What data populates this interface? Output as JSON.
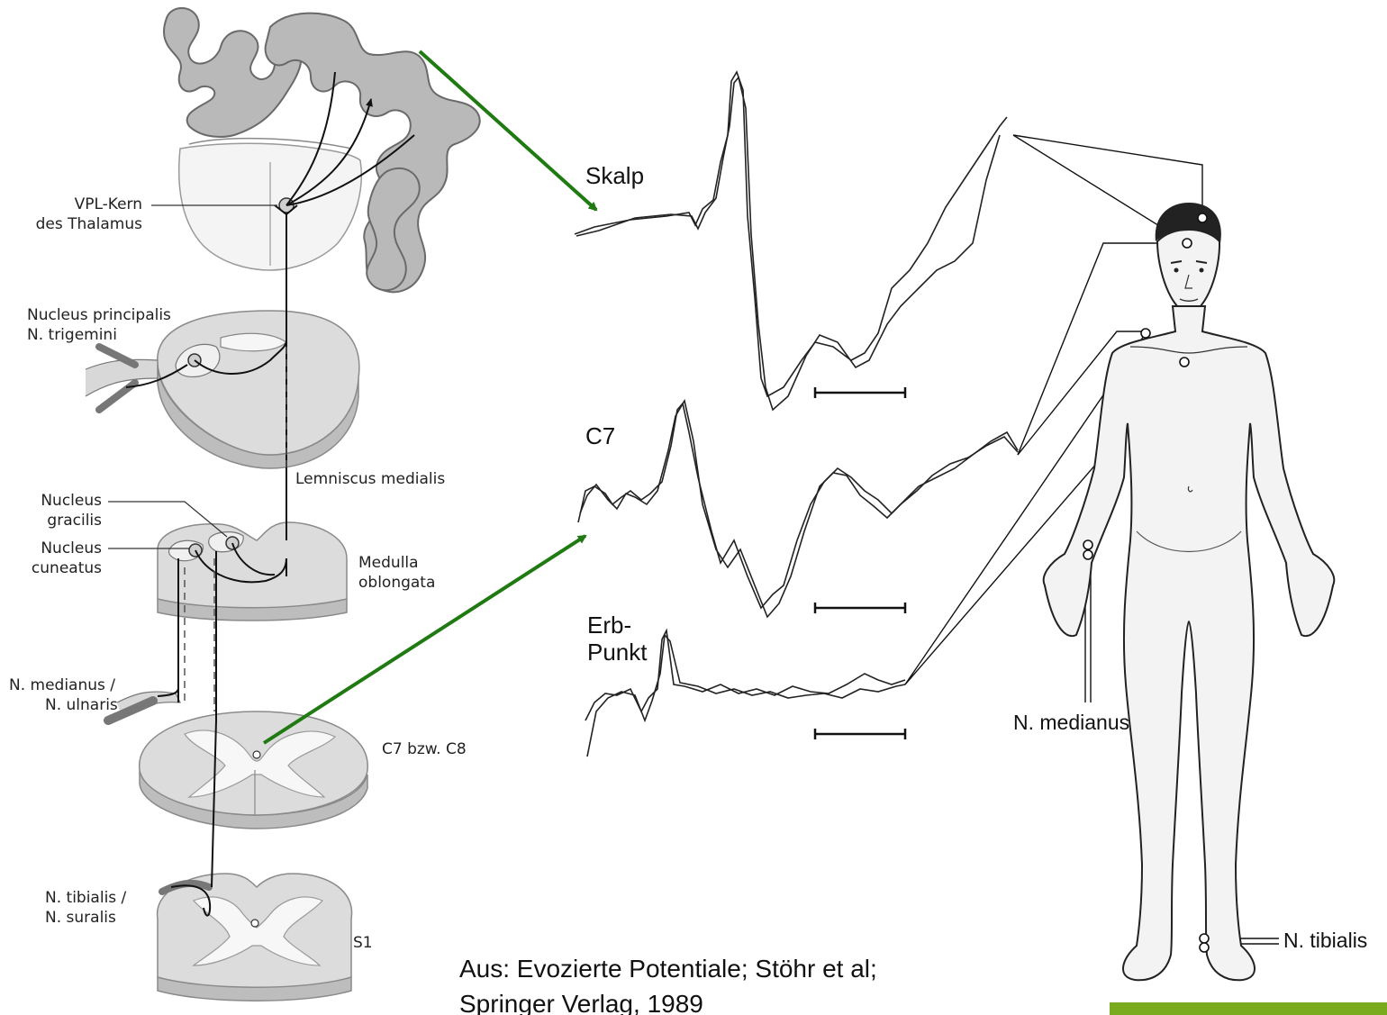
{
  "pathway_labels": {
    "vpl_line1": "VPL-Kern",
    "vpl_line2": "des Thalamus",
    "nucleus_principalis_line1": "Nucleus principalis",
    "nucleus_principalis_line2": "N. trigemini",
    "lemniscus": "Lemniscus medialis",
    "gracilis_line1": "Nucleus",
    "gracilis_line2": "gracilis",
    "cuneatus_line1": "Nucleus",
    "cuneatus_line2": "cuneatus",
    "medulla_line1": "Medulla",
    "medulla_line2": "oblongata",
    "medianus_line1": "N. medianus /",
    "medianus_line2": "N. ulnaris",
    "c7c8": "C7 bzw. C8",
    "tibialis_line1": "N. tibialis /",
    "tibialis_line2": "N. suralis",
    "s1": "S1"
  },
  "trace_labels": {
    "skalp": "Skalp",
    "c7": "C7",
    "erb_line1": "Erb-",
    "erb_line2": "Punkt"
  },
  "body_labels": {
    "medianus": "N. medianus",
    "tibialis": "N. tibialis"
  },
  "caption": {
    "line1": "Aus: Evozierte Potentiale; Stöhr et al;",
    "line2": "Springer Verlag, 1989"
  },
  "colors": {
    "arrow": "#1f7a12",
    "accent_bar": "#7aab1e",
    "cortex": "#b9b9b9",
    "slab": "#dcdcdc"
  }
}
